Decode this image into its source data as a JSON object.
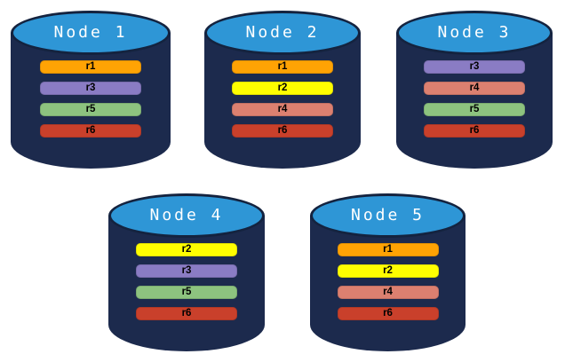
{
  "diagram": {
    "background": "#FFFFFF",
    "node_style": {
      "body_color": "#1C2A4D",
      "top_color": "#2E96D6",
      "top_border_color": "#14233F",
      "title_color": "#FFFFFF",
      "bar_text_color": "#000000"
    },
    "replica_colors": {
      "r1": "#FFA304",
      "r2": "#FFFE00",
      "r3": "#8A7CC4",
      "r4": "#DC8070",
      "r5": "#8DC37F",
      "r6": "#C9402B"
    },
    "nodes": [
      {
        "title": "Node 1",
        "replicas": [
          "r1",
          "r3",
          "r5",
          "r6"
        ]
      },
      {
        "title": "Node 2",
        "replicas": [
          "r1",
          "r2",
          "r4",
          "r6"
        ]
      },
      {
        "title": "Node 3",
        "replicas": [
          "r3",
          "r4",
          "r5",
          "r6"
        ]
      },
      {
        "title": "Node 4",
        "replicas": [
          "r2",
          "r3",
          "r5",
          "r6"
        ]
      },
      {
        "title": "Node 5",
        "replicas": [
          "r1",
          "r2",
          "r4",
          "r6"
        ]
      }
    ]
  }
}
